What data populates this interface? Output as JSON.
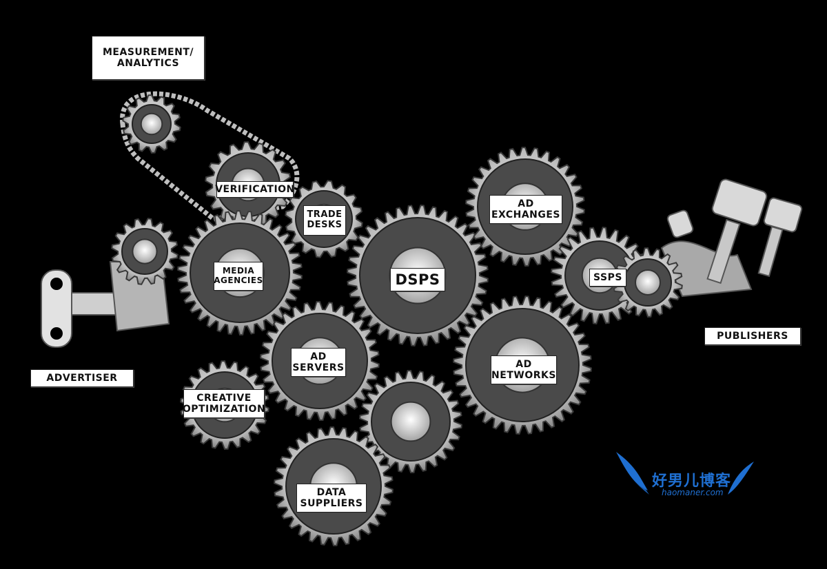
{
  "labels": {
    "measurement": [
      "MEASUREMENT/",
      "ANALYTICS"
    ],
    "advertiser": "ADVERTISER",
    "publishers": "PUBLISHERS",
    "verification": "VERIFICATION",
    "trade_desks": [
      "TRADE",
      "DESKS"
    ],
    "media_agencies": [
      "MEDIA",
      "AGENCIES"
    ],
    "dsps": "DSPS",
    "ad_exchanges": [
      "AD",
      "EXCHANGES"
    ],
    "ssps": "SSPS",
    "ad_servers": [
      "AD",
      "SERVERS"
    ],
    "ad_networks": [
      "AD",
      "NETWORKS"
    ],
    "creative_optimization": [
      "CREATIVE",
      "OPTIMIZATION"
    ],
    "data_suppliers": [
      "DATA",
      "SUPPLIERS"
    ]
  },
  "watermark": {
    "cn_text": "好男儿博客",
    "url": "haomaner.com"
  },
  "colors": {
    "background": "#000000",
    "gear_light": "#d9d9d9",
    "gear_dark": "#8a8a8a",
    "label_bg": "#ffffff",
    "watermark": "#1f6fd1"
  }
}
